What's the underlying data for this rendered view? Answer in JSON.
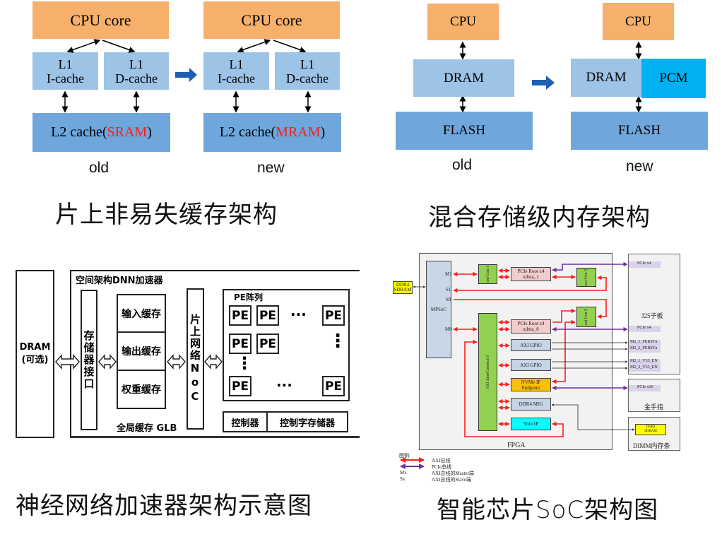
{
  "panels": {
    "cache": {
      "caption": "片上非易失缓存架构",
      "old": {
        "cpu": "CPU core",
        "l1i_line1": "L1",
        "l1i_line2": "I-cache",
        "l1d_line1": "L1",
        "l1d_line2": "D-cache",
        "l2_prefix": "L2 cache(",
        "l2_mem": "SRAM",
        "l2_suffix": ")",
        "label": "old"
      },
      "new": {
        "cpu": "CPU core",
        "l1i_line1": "L1",
        "l1i_line2": "I-cache",
        "l1d_line1": "L1",
        "l1d_line2": "D-cache",
        "l2_prefix": "L2 cache(",
        "l2_mem": "MRAM",
        "l2_suffix": ")",
        "label": "new"
      }
    },
    "hybrid": {
      "caption": "混合存储级内存架构",
      "old": {
        "cpu": "CPU",
        "dram": "DRAM",
        "flash": "FLASH",
        "label": "old"
      },
      "new": {
        "cpu": "CPU",
        "dram": "DRAM",
        "pcm": "PCM",
        "flash": "FLASH",
        "label": "new"
      }
    },
    "dnn": {
      "caption": "神经网络加速器架构示意图",
      "dram_line1": "DRAM",
      "dram_line2": "(可选)",
      "accelerator_title": "空间架构DNN加速器",
      "mem_interface": "存储器接口",
      "input_buffer": "输入缓存",
      "output_buffer": "输出缓存",
      "weight_buffer": "权重缓存",
      "glb": "全局缓存 GLB",
      "noc": "片上网络NoC",
      "pe_array_title": "PE阵列",
      "pe": "PE",
      "h_ellipsis": "···",
      "v_ellipsis": "⋮",
      "controller": "控制器",
      "control_word_memory": "控制字存储器"
    },
    "soc": {
      "caption": "智能芯片SoC架构图",
      "ddr4_left_1": "DDR4",
      "ddr4_left_2": "SDRAM",
      "mpsoc": "MPSoC",
      "mpsoc_ports": [
        "M1",
        "S1",
        "S0",
        "M0"
      ],
      "fpga": "FPGA",
      "axi_ic1": "axi Con 1",
      "axi_ic0": "AXI InterConnect 0",
      "axi_ic3": "axi Con 3",
      "axi_ic2": "axi Con 2",
      "pcie_root1_l1": "PCIe Root x4",
      "pcie_root1_l2": "xdma_1",
      "pcie_root0_l1": "PCIe Root x4",
      "pcie_root0_l2": "xdma_0",
      "gpio": "AXI GPIO",
      "nvme_l1": "NVMe IP",
      "nvme_l2": "Endpoint",
      "ddr4_mig": "DDR4 MIG",
      "yolo": "Yolo IP",
      "j25": "J25子板",
      "pcie_x4": "PCIe x4",
      "m2_1_perst": "M2_1_PERSTn",
      "m2_2_perst": "M2_2_PERSTn",
      "m2_1_v33": "M2_1_V33_EN",
      "m2_2_v33": "M2_2_V33_EN",
      "pcie_x16": "PCIe x16",
      "gold_finger": "金手指",
      "dimm_ddr4_1": "DDR4",
      "dimm_ddr4_2": "SDRAM",
      "dimm": "DIMM内存条",
      "legend": {
        "title": "图例:",
        "axi": "AXI总线",
        "pcie": "PCIe总线",
        "mx_key": "Mx",
        "mx": "AXI总线的Master端",
        "sx_key": "Sx",
        "sx": "AXI总线的Slave端"
      }
    }
  },
  "colors": {
    "orange": "#f7b06b",
    "light_blue": "#9dc3e6",
    "mid_blue": "#6fa6db",
    "cyan": "#00b0f0",
    "arrow_blue": "#1f5fb4",
    "red": "#ff1a1a",
    "purple": "#7030a0",
    "green": "#92d050"
  }
}
